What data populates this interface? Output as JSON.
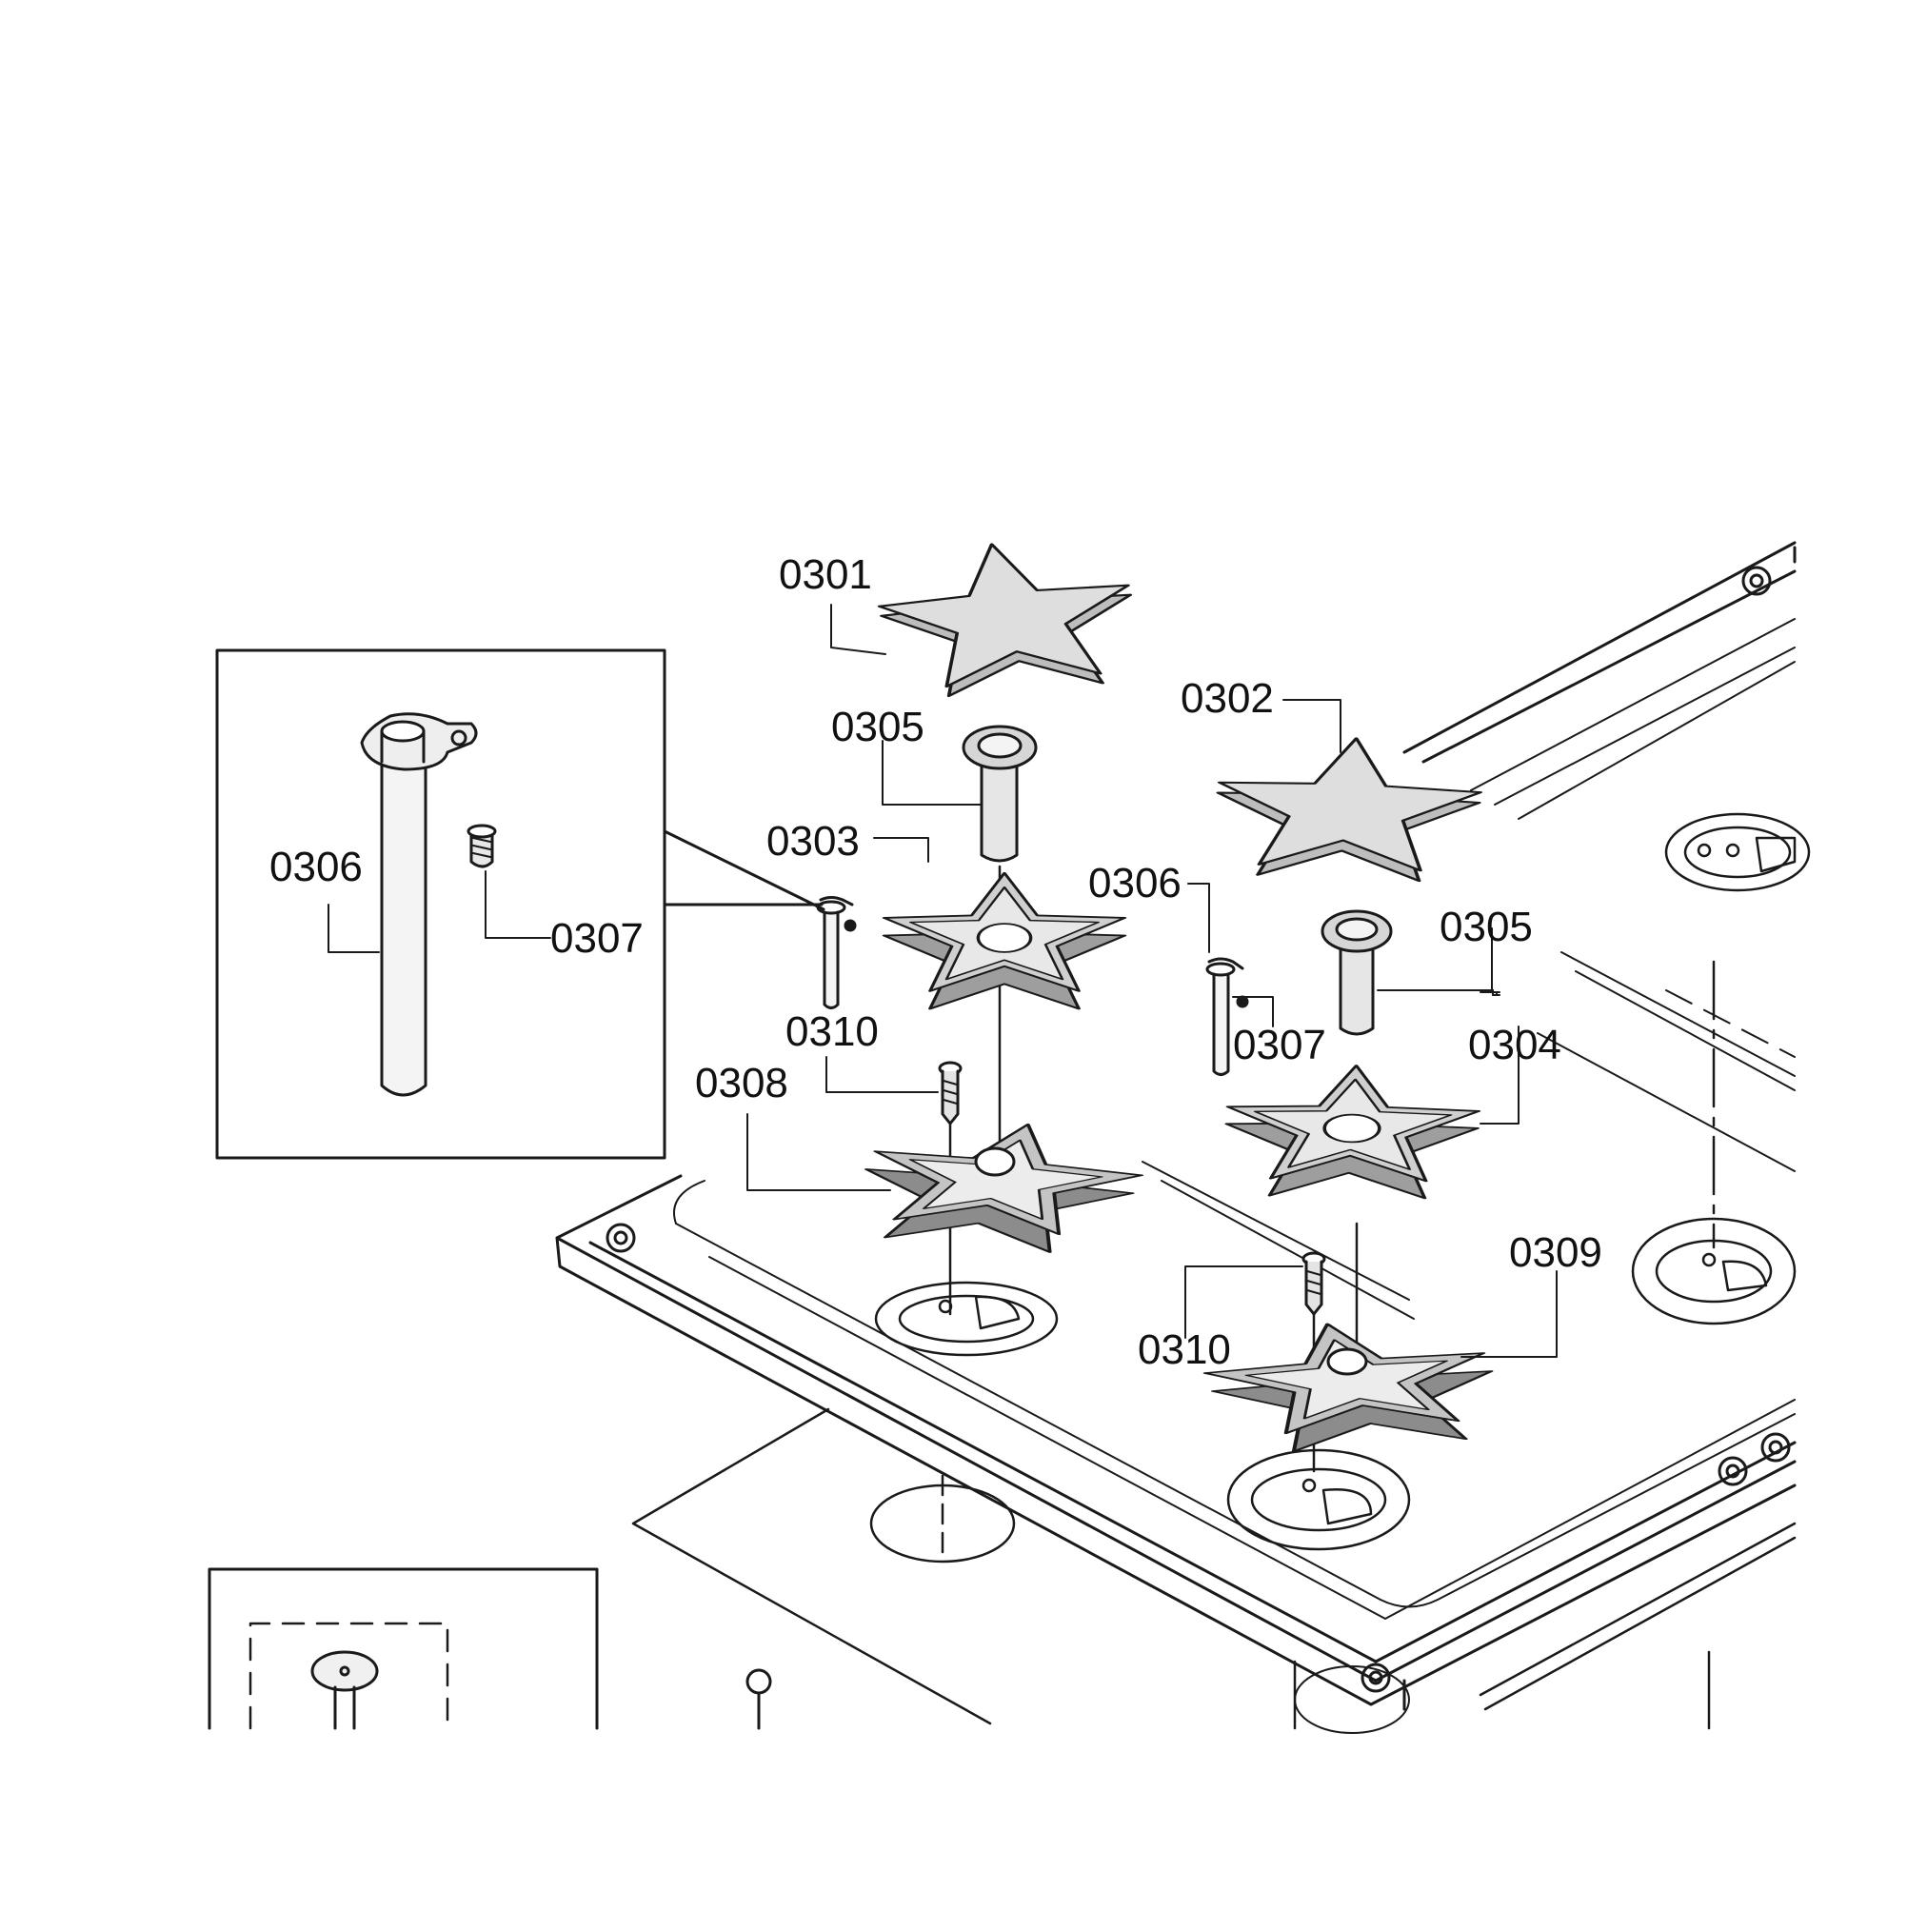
{
  "diagram": {
    "colors": {
      "line": "#1a1a1a",
      "panel_fill": "#ffffff",
      "part_fill": "#d4d4d4",
      "part_fill_dark": "#9a9a9a"
    },
    "callouts": {
      "c0301": "0301",
      "c0302": "0302",
      "c0303": "0303",
      "c0304": "0304",
      "c0305a": "0305",
      "c0305b": "0305",
      "c0306a": "0306",
      "c0306b": "0306",
      "c0307a": "0307",
      "c0307b": "0307",
      "c0308": "0308",
      "c0309": "0309",
      "c0310a": "0310",
      "c0310b": "0310"
    }
  }
}
